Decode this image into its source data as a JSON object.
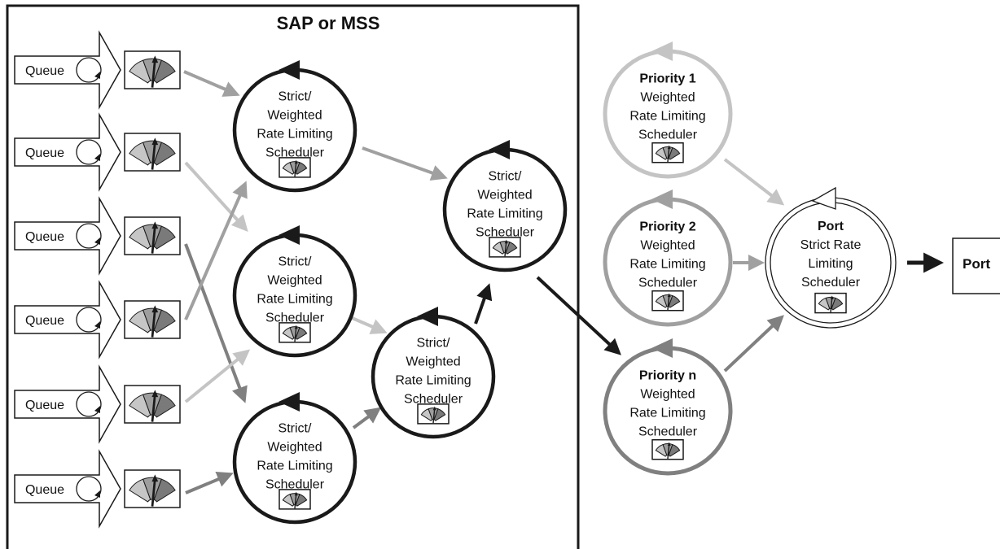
{
  "container": {
    "title": "SAP or MSS"
  },
  "queues": [
    {
      "label": "Queue"
    },
    {
      "label": "Queue"
    },
    {
      "label": "Queue"
    },
    {
      "label": "Queue"
    },
    {
      "label": "Queue"
    },
    {
      "label": "Queue"
    }
  ],
  "sap_schedulers": [
    {
      "lines": [
        "Strict/",
        "Weighted",
        "Rate Limiting",
        "Scheduler"
      ]
    },
    {
      "lines": [
        "Strict/",
        "Weighted",
        "Rate Limiting",
        "Scheduler"
      ]
    },
    {
      "lines": [
        "Strict/",
        "Weighted",
        "Rate Limiting",
        "Scheduler"
      ]
    },
    {
      "lines": [
        "Strict/",
        "Weighted",
        "Rate Limiting",
        "Scheduler"
      ]
    },
    {
      "lines": [
        "Strict/",
        "Weighted",
        "Rate Limiting",
        "Scheduler"
      ]
    }
  ],
  "priority_schedulers": [
    {
      "title": "Priority 1",
      "lines": [
        "Weighted",
        "Rate Limiting",
        "Scheduler"
      ]
    },
    {
      "title": "Priority 2",
      "lines": [
        "Weighted",
        "Rate Limiting",
        "Scheduler"
      ]
    },
    {
      "title": "Priority n",
      "lines": [
        "Weighted",
        "Rate Limiting",
        "Scheduler"
      ]
    }
  ],
  "port_scheduler": {
    "title": "Port",
    "lines": [
      "Strict Rate",
      "Limiting",
      "Scheduler"
    ]
  },
  "port_output": {
    "label": "Port"
  },
  "colors": {
    "black": "#1a1a1a",
    "dark_gray": "#808080",
    "mid_gray": "#a0a0a0",
    "light_gray": "#c4c4c4",
    "meter_dark": "#7a7a7a",
    "meter_mid": "#9e9e9e",
    "meter_light": "#c6c6c6"
  }
}
